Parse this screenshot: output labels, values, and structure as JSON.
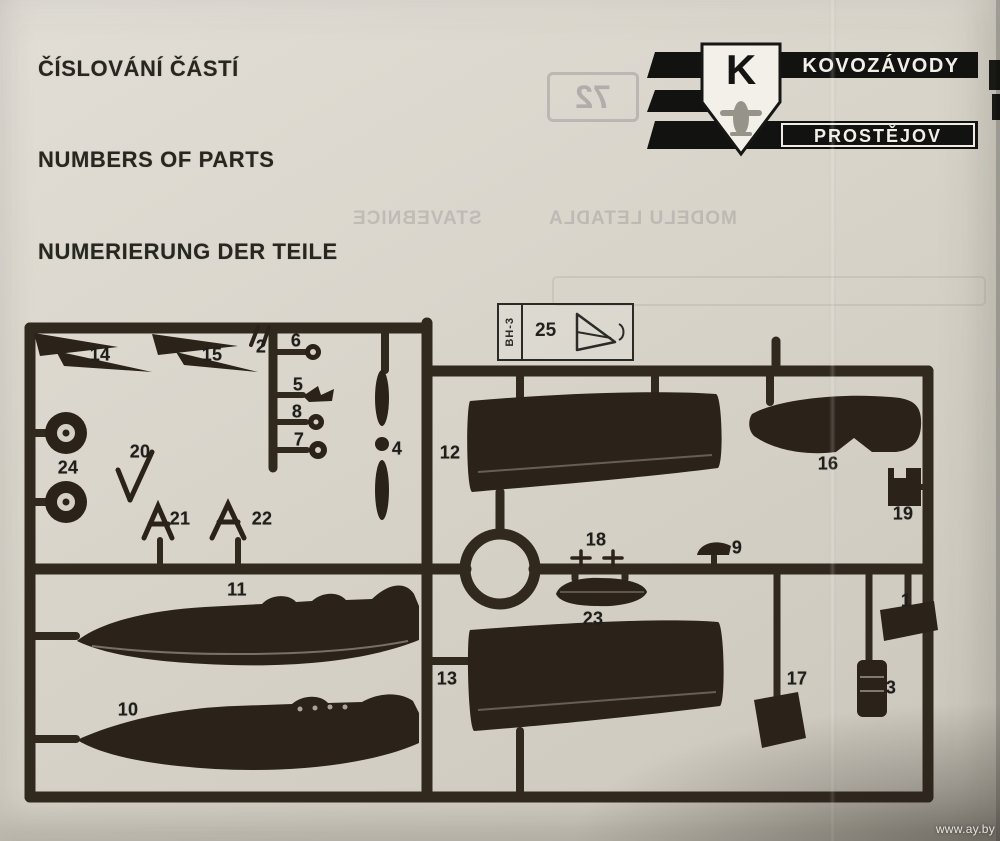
{
  "document": {
    "headings": {
      "czech": "ČÍSLOVÁNÍ ČÁSTÍ",
      "english": "NUMBERS OF PARTS",
      "german": "NUMERIERUNG DER TEILE"
    },
    "brand": {
      "name_top": "KOVOZÁVODY",
      "name_bottom": "PROSTĚJOV",
      "emblem_letter": "K"
    },
    "inset": {
      "part_number": "25",
      "code": "BH-3"
    },
    "part_labels": [
      "1",
      "2",
      "3",
      "4",
      "5",
      "6",
      "7",
      "8",
      "9",
      "10",
      "11",
      "12",
      "13",
      "14",
      "15",
      "16",
      "17",
      "18",
      "19",
      "20",
      "21",
      "22",
      "23",
      "24"
    ],
    "showthrough": {
      "box_number": "72",
      "text_left": "STAVEBNICE",
      "text_right": "MODELU LETADLA"
    },
    "watermark": "www.ay.by",
    "colors": {
      "paper": "#d8d4ca",
      "plastic": "#2b221a",
      "ink": "#27271f"
    }
  }
}
